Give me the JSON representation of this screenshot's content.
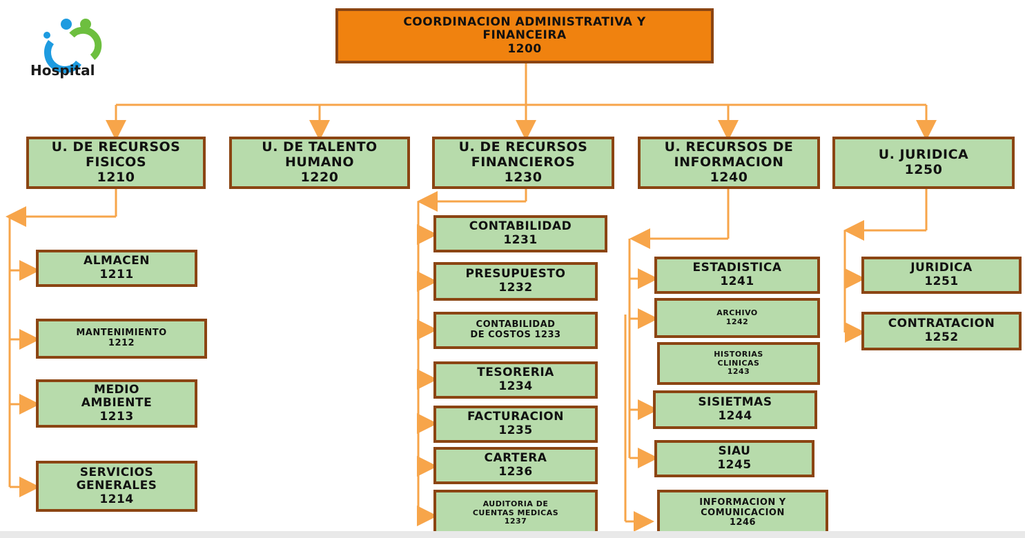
{
  "logo": {
    "name": "hospital-logo",
    "text": "Hospital"
  },
  "root": {
    "line1": "COORDINACION ADMINISTRATIVA Y",
    "line2": "FINANCEIRA",
    "code": "1200"
  },
  "units": [
    {
      "label": "U. DE RECURSOS\nFISICOS",
      "code": "1210"
    },
    {
      "label": "U. DE TALENTO\nHUMANO",
      "code": "1220"
    },
    {
      "label": "U. DE RECURSOS\nFINANCIEROS",
      "code": "1230"
    },
    {
      "label": "U. RECURSOS DE\nINFORMACION",
      "code": "1240"
    },
    {
      "label": "U. JURIDICA",
      "code": "1250"
    }
  ],
  "fisicos_children": [
    {
      "label": "ALMACEN",
      "code": "1211"
    },
    {
      "label": "MANTENIMIENTO",
      "code": "1212"
    },
    {
      "label": "MEDIO\nAMBIENTE",
      "code": "1213"
    },
    {
      "label": "SERVICIOS\nGENERALES",
      "code": "1214"
    }
  ],
  "financieros_children": [
    {
      "label": "CONTABILIDAD",
      "code": "1231"
    },
    {
      "label": "PRESUPUESTO",
      "code": "1232"
    },
    {
      "label": "CONTABILIDAD\nDE COSTOS 1233",
      "code": ""
    },
    {
      "label": "TESORERIA",
      "code": "1234"
    },
    {
      "label": "FACTURACION",
      "code": "1235"
    },
    {
      "label": "CARTERA",
      "code": "1236"
    },
    {
      "label": "AUDITORIA DE\nCUENTAS MEDICAS",
      "code": "1237"
    }
  ],
  "informacion_children": [
    {
      "label": "ESTADISTICA",
      "code": "1241"
    },
    {
      "label": "ARCHIVO",
      "code": "1242"
    },
    {
      "label": "HISTORIAS\nCLINICAS",
      "code": "1243"
    },
    {
      "label": "SISIETMAS",
      "code": "1244"
    },
    {
      "label": "SIAU",
      "code": "1245"
    },
    {
      "label": "INFORMACION Y\nCOMUNICACION",
      "code": "1246"
    }
  ],
  "juridica_children": [
    {
      "label": "JURIDICA",
      "code": "1251"
    },
    {
      "label": "CONTRATACION",
      "code": "1252"
    }
  ],
  "colors": {
    "connector": "#f7a54a",
    "root_fill": "#f0820f",
    "box_fill": "#b7dbab",
    "box_border": "#8b4513"
  }
}
